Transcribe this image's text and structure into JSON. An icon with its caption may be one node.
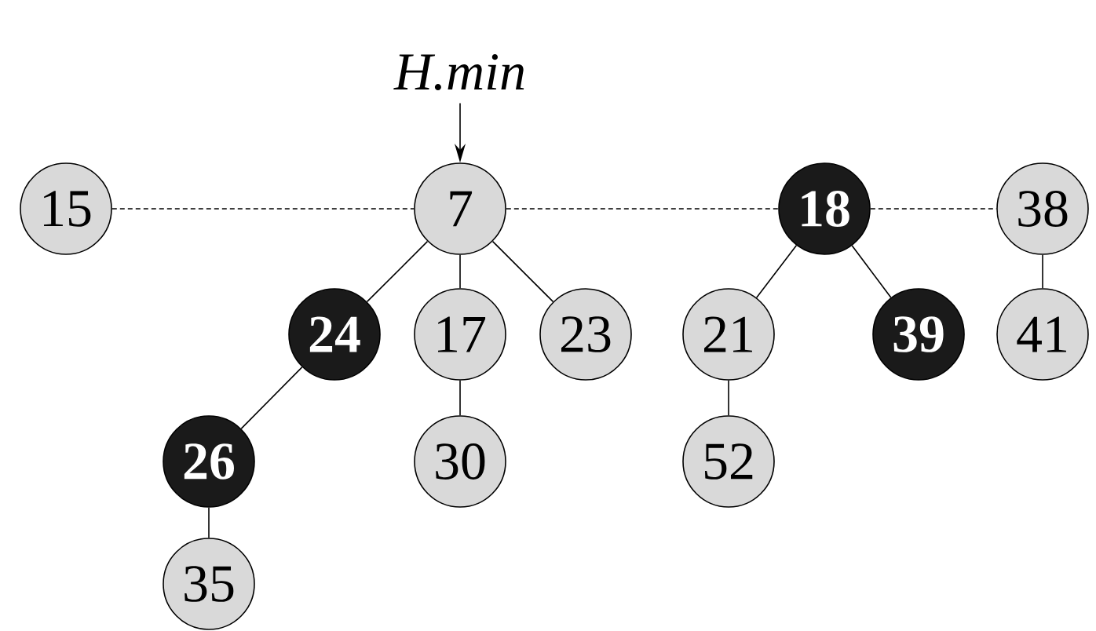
{
  "diagram": {
    "nodes": [
      {
        "text": [
          "15"
        ]
      },
      {
        "text": [
          "7"
        ]
      },
      {
        "text": [
          "18"
        ]
      },
      {
        "text": [
          "38"
        ]
      },
      {
        "text": [
          "24"
        ]
      },
      {
        "text": [
          "17"
        ]
      },
      {
        "text": [
          "23"
        ]
      },
      {
        "text": [
          "21"
        ]
      },
      {
        "text": [
          "39"
        ]
      },
      {
        "text": [
          "41"
        ]
      },
      {
        "text": [
          "26"
        ]
      },
      {
        "text": [
          "30"
        ]
      },
      {
        "text": [
          "52"
        ]
      },
      {
        "text": [
          "35"
        ]
      },
      {
        "text": [
          "H.min"
        ]
      }
    ],
    "edges": [
      {
        "from": 0,
        "to": 1,
        "arrow": "none",
        "style": "dashed"
      },
      {
        "from": 1,
        "to": 2,
        "arrow": "none",
        "style": "dashed"
      },
      {
        "from": 2,
        "to": 3,
        "arrow": "none",
        "style": "dashed"
      },
      {
        "from": 1,
        "to": 4,
        "arrow": "none"
      },
      {
        "from": 1,
        "to": 5,
        "arrow": "none"
      },
      {
        "from": 1,
        "to": 6,
        "arrow": "none"
      },
      {
        "from": 2,
        "to": 7,
        "arrow": "none"
      },
      {
        "from": 2,
        "to": 8,
        "arrow": "none"
      },
      {
        "from": 3,
        "to": 9,
        "arrow": "none"
      },
      {
        "from": 4,
        "to": 10,
        "arrow": "none"
      },
      {
        "from": 5,
        "to": 11,
        "arrow": "none"
      },
      {
        "from": 7,
        "to": 12,
        "arrow": "none"
      },
      {
        "from": 10,
        "to": 13,
        "arrow": "none"
      },
      {
        "from": 14,
        "to": 1,
        "arrow": "to"
      }
    ]
  }
}
